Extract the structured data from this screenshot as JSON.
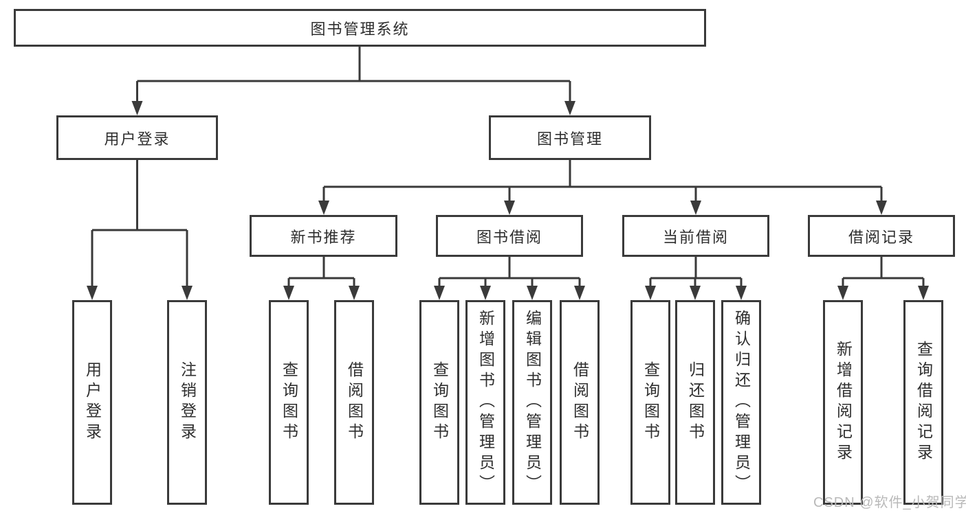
{
  "diagram": {
    "title": "图书管理系统",
    "root": {
      "label": "图书管理系统"
    },
    "level1": [
      {
        "label": "用户登录"
      },
      {
        "label": "图书管理"
      }
    ],
    "level2": [
      {
        "label": "新书推荐"
      },
      {
        "label": "图书借阅"
      },
      {
        "label": "当前借阅"
      },
      {
        "label": "借阅记录"
      }
    ],
    "leaves": [
      {
        "label": "用户登录"
      },
      {
        "label": "注销登录"
      },
      {
        "label": "查询图书"
      },
      {
        "label": "借阅图书"
      },
      {
        "label": "查询图书"
      },
      {
        "label": "新增图书（管理员）"
      },
      {
        "label": "编辑图书（管理员）"
      },
      {
        "label": "借阅图书"
      },
      {
        "label": "查询图书"
      },
      {
        "label": "归还图书"
      },
      {
        "label": "确认归还（管理员）"
      },
      {
        "label": "新增借阅记录"
      },
      {
        "label": "查询借阅记录"
      }
    ],
    "colors": {
      "line": "#3a3a3a",
      "text": "#2e2e2e",
      "background": "#ffffff",
      "watermark": "#b9b9b9"
    }
  },
  "watermark": {
    "text": "CSDN @软件_小贺同学"
  }
}
